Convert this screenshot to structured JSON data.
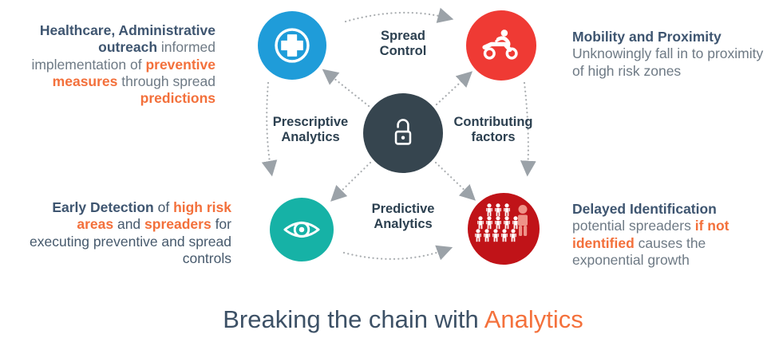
{
  "title": {
    "text": "Breaking the chain with ",
    "highlight": "Analytics"
  },
  "diagram": {
    "node_labels": {
      "top": "Spread\nControl",
      "right": "Contributing\nfactors",
      "bottom": "Predictive\nAnalytics",
      "left": "Prescriptive\nAnalytics"
    },
    "icons": {
      "center": "unlock-icon",
      "top_left": "medical-plus-icon",
      "top_right": "motorcycle-icon",
      "bottom_left": "eye-icon",
      "bottom_right": "crowd-icon"
    },
    "colors": {
      "center_circle": "#36454f",
      "top_left_circle": "#1f9cd9",
      "top_right_circle": "#ef3a34",
      "bottom_left_circle": "#16b2a6",
      "bottom_right_circle": "#c01318",
      "dotted_line": "#a9adb0",
      "accent_orange": "#f3703b",
      "navy_text": "#3e5570",
      "gray_text": "#6e7a85"
    }
  },
  "annotations": {
    "top_left": {
      "seg1": "Healthcare, Administrative outreach",
      "seg2": " informed implementation of ",
      "seg3": "preventive measures",
      "seg4": " through spread ",
      "seg5": "predictions"
    },
    "top_right": {
      "heading": "Mobility and Proximity",
      "body": "Unknowingly fall in to proximity of high risk zones"
    },
    "bottom_left": {
      "seg1": "Early Detection",
      "seg2": " of ",
      "seg3": "high risk areas",
      "seg4": " and ",
      "seg5": "spreaders",
      "seg6": " for executing preventive and spread controls"
    },
    "bottom_right": {
      "heading": "Delayed Identification",
      "seg1": "potential spreaders ",
      "seg2": "if not identified",
      "seg3": " causes the exponential growth"
    }
  }
}
